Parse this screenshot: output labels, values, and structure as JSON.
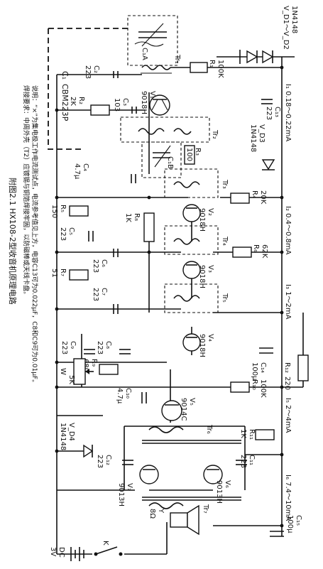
{
  "figure": {
    "caption": "附图2.1 HX108-2型收音机原理电路",
    "note_line1": "说明：“×”为集电极工作电流测试点，电流参考值见上方，电容C13可为0.022μF，C8和C9可为0.01μF。",
    "note_line2": "焊接要求：中周外壳（T2）应镀锡与铜箔焊接牢固，以防磁棒或天线卡盘。"
  },
  "currents": {
    "i1": "I₁ 0.18～0.22mA",
    "i2": "I₂ 0.4～0.8mA",
    "i3": "I₃ 1～2mA",
    "i5": "I₅ 2～4mA",
    "i6": "I₆ 7.4～10mA"
  },
  "components": {
    "vd": {
      "name": "V_D1～V_D2",
      "part": "1N4148"
    },
    "c1": {
      "name": "C₁",
      "part": "CBM223P"
    },
    "c1a": "C₁A",
    "c1b": "C₁B",
    "tr1": "Tr₁",
    "tr2": "Tr₂",
    "tr3": "Tr₃",
    "tr4": "Tr₄",
    "tr5": "Tr₅",
    "tr6": "Tr₆",
    "tr7": "Tr₇",
    "c2": {
      "name": "C₂",
      "value": "223"
    },
    "r1": {
      "name": "R₁",
      "value": "100K"
    },
    "v1": {
      "name": "V₁",
      "part": "9018H"
    },
    "r2": {
      "name": "R₂",
      "value": "2K"
    },
    "c3": {
      "name": "C₃",
      "value": "103"
    },
    "c4": {
      "name": "C₄",
      "value": "4.7μ"
    },
    "c13": {
      "name": "C₁₃",
      "value": "223"
    },
    "vd3": {
      "name": "V_D3",
      "part": "1N4148"
    },
    "r3": {
      "name": "R₃",
      "value": "100"
    },
    "r4": {
      "name": "R₄",
      "value": "20K"
    },
    "v2": {
      "name": "V₂",
      "part": "9018H"
    },
    "r5": {
      "name": "R₅",
      "value": "150"
    },
    "c5": {
      "name": "C₅",
      "value": "223"
    },
    "r8": {
      "name": "R₈",
      "value": "1K"
    },
    "c6": {
      "name": "C₆",
      "value": "223"
    },
    "r6": {
      "name": "R₆",
      "value": "62K"
    },
    "v3": {
      "name": "V₃",
      "part": "9018H"
    },
    "r7": {
      "name": "R₇",
      "value": "51"
    },
    "c7": {
      "name": "C₇",
      "value": "223"
    },
    "v4": {
      "name": "V₄",
      "part": "9018H"
    },
    "c8": {
      "name": "C₈",
      "value": "223"
    },
    "c9": {
      "name": "C₉",
      "value": "223"
    },
    "r9": {
      "name": "R₉",
      "value": "680"
    },
    "w": {
      "name": "W",
      "value": "5K"
    },
    "c14": {
      "name": "C₁₄",
      "value": "100μ"
    },
    "r12": {
      "name": "R₁₂",
      "value": "220"
    },
    "c10": {
      "name": "C₁₀",
      "value": "4.7μ"
    },
    "v5": {
      "name": "V₅",
      "part": "9014C"
    },
    "r10": {
      "name": "R₁₀",
      "value": "100K"
    },
    "vd4": {
      "name": "V_D4",
      "part": "1N4148"
    },
    "r11": {
      "name": "R₁₁",
      "value": "1K"
    },
    "c12": {
      "name": "C₁₂",
      "value": "223"
    },
    "c11": {
      "name": "C₁₁",
      "value": "223"
    },
    "v6": {
      "name": "V₆",
      "part": "9013H"
    },
    "v7": {
      "name": "V₇",
      "part": "9013H"
    },
    "speaker": {
      "name": "Y",
      "value": "8Ω"
    },
    "c15": {
      "name": "C₁₅",
      "value": "100μ"
    },
    "switch": "K",
    "battery": {
      "name": "DC",
      "value": "3V"
    }
  }
}
